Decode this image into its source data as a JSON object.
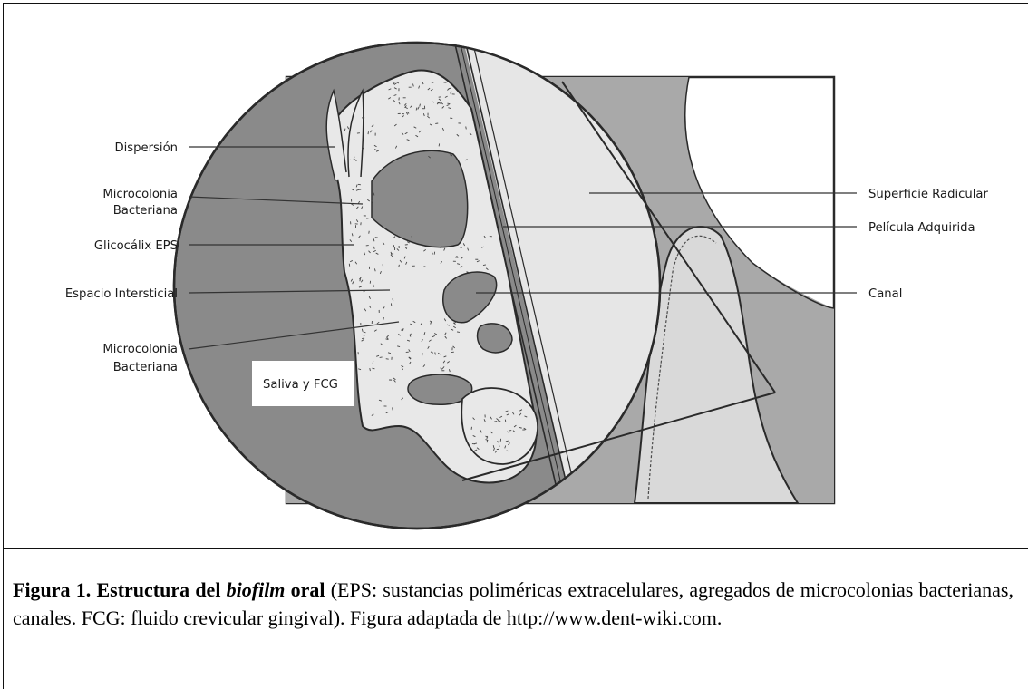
{
  "labels": {
    "left": [
      {
        "key": "dispersion",
        "lines": [
          "Dispersión"
        ]
      },
      {
        "key": "microcolonia1",
        "lines": [
          "Microcolonia",
          "Bacteriana"
        ]
      },
      {
        "key": "glicocalix",
        "lines": [
          "Glicocálix EPS"
        ]
      },
      {
        "key": "espacio",
        "lines": [
          "Espacio Intersticial"
        ]
      },
      {
        "key": "microcolonia2",
        "lines": [
          "Microcolonia",
          "Bacteriana"
        ]
      }
    ],
    "right": [
      {
        "key": "superficie",
        "lines": [
          "Superficie Radicular"
        ]
      },
      {
        "key": "pelicula",
        "lines": [
          "Película Adquirida"
        ]
      },
      {
        "key": "canal",
        "lines": [
          "Canal"
        ]
      }
    ],
    "saliva_box": "Saliva y FCG"
  },
  "caption": {
    "figure_label": "Figura 1. Estructura del ",
    "figure_italic": "biofilm",
    "figure_label_end": " oral",
    "text": " (EPS: sustancias poliméricas extracelulares, agregados de microcolonias bacterianas, canales. FCG: fluido crevicular gingival). Figura adaptada de http://www.dent-wiki.com."
  },
  "colors": {
    "background": "#ffffff",
    "stroke": "#2a2a2a",
    "dark_fill": "#8a8a8a",
    "medium_fill": "#a9a9a9",
    "light_fill": "#d9d9d9",
    "biofilm_fill": "#e8e8e8"
  }
}
